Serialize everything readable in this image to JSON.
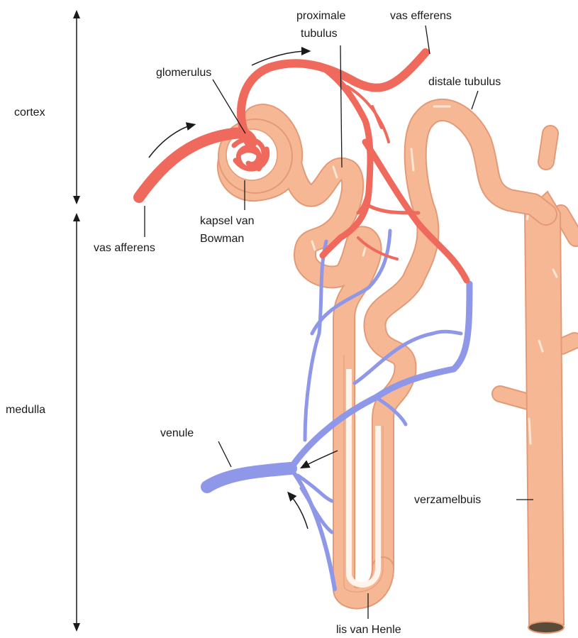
{
  "regions": {
    "cortex": "cortex",
    "medulla": "medulla"
  },
  "labels": {
    "proximale_line1": "proximale",
    "proximale_line2": "tubulus",
    "vas_efferens": "vas efferens",
    "glomerulus": "glomerulus",
    "distale_tubulus": "distale tubulus",
    "kapsel_line1": "kapsel van",
    "kapsel_line2": "Bowman",
    "vas_afferens": "vas afferens",
    "venule": "venule",
    "verzamelbuis": "verzamelbuis",
    "lis_van_henle": "lis van Henle"
  },
  "colors": {
    "artery": "#ef6a5c",
    "vein": "#8f98e8",
    "tubule": "#f6b894",
    "tubule_edge": "#e49a76",
    "highlight": "#fde6d6",
    "duct_opening": "#5a4a3a"
  }
}
